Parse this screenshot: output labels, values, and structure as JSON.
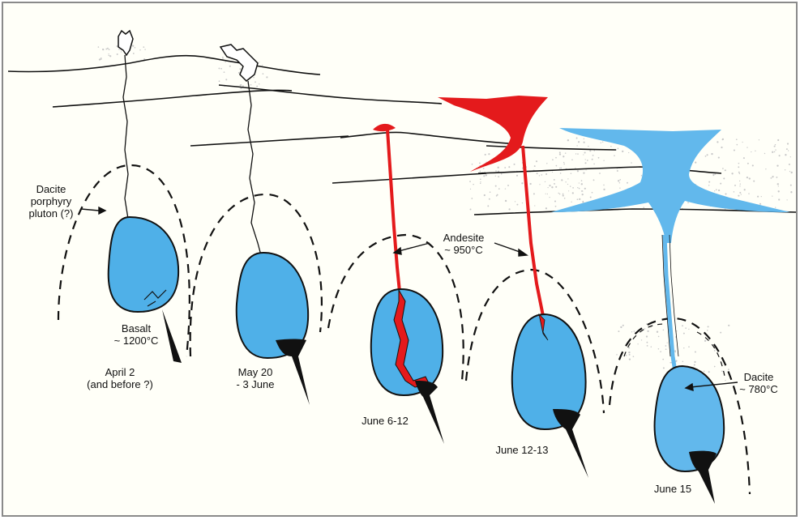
{
  "labels": {
    "dacite_pluton": [
      "Dacite",
      "porphyry",
      "pluton (?)"
    ],
    "basalt": [
      "Basalt",
      "~ 1200°C"
    ],
    "stage1_date": [
      "April 2",
      "(and before ?)"
    ],
    "stage2_date": [
      "May 20",
      "- 3 June"
    ],
    "stage3_date": "June 6-12",
    "andesite": [
      "Andesite",
      "~ 950°C"
    ],
    "stage4_date": "June 12-13",
    "dacite": [
      "Dacite",
      "~ 780°C"
    ],
    "stage5_date": "June 15"
  },
  "colors": {
    "frame_bg": "#fffff8",
    "frame_border": "#8a8a8a",
    "chamber_blue": "#4fb0e8",
    "andesite_red": "#e41a1c",
    "dacite_blue": "#62b8ec",
    "ink": "#111111",
    "dust": "#c9c9c9"
  }
}
